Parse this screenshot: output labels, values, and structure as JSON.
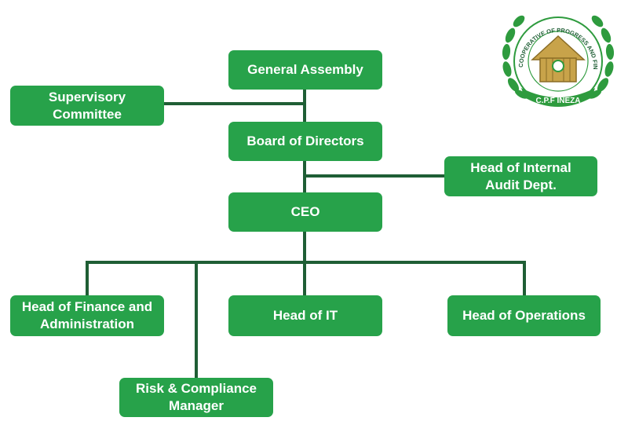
{
  "colors": {
    "box_fill": "#27a24a",
    "box_text": "#ffffff",
    "connector": "#1f5e35",
    "logo_gold": "#c8a34a",
    "logo_green": "#2e9b3e"
  },
  "org_chart": {
    "general_assembly": "General Assembly",
    "supervisory_committee": "Supervisory Committee",
    "board_of_directors": "Board of Directors",
    "head_internal_audit": "Head of Internal Audit Dept.",
    "ceo": "CEO",
    "head_finance_admin": "Head of Finance and Administration",
    "head_it": "Head of IT",
    "head_operations": "Head of Operations",
    "risk_compliance": "Risk & Compliance Manager"
  },
  "logo": {
    "ring_text": "COOPERATIVE OF PROGRESS AND FINANCE - INEZA",
    "banner_text": "C.P.F INEZA",
    "icon": "hut-emblem-icon"
  }
}
